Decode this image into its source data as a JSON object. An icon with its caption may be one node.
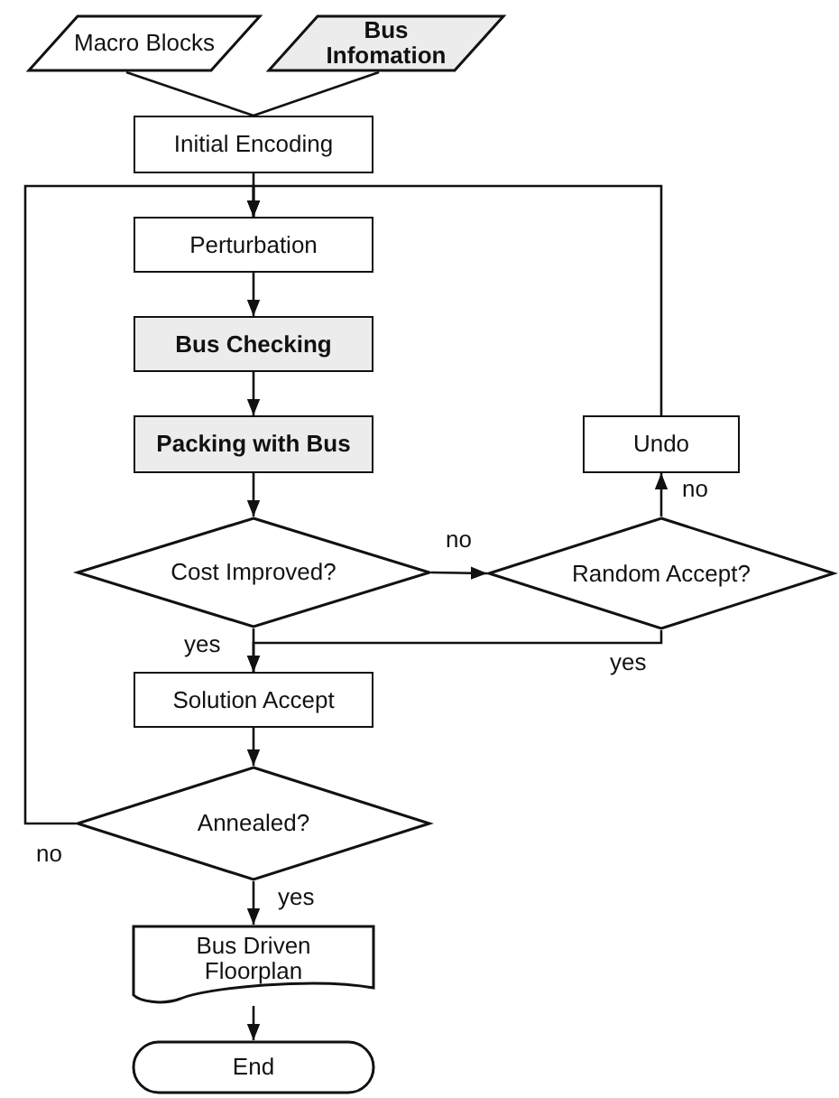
{
  "diagram": {
    "nodes": [
      {
        "text": [
          "Macro Blocks"
        ]
      },
      {
        "text": [
          "Bus Infomation"
        ]
      },
      {
        "text": [
          "Initial Encoding"
        ]
      },
      {
        "text": [
          "Perturbation"
        ]
      },
      {
        "text": [
          "Bus Checking"
        ]
      },
      {
        "text": [
          "Packing with Bus"
        ]
      },
      {
        "text": [
          "Cost Improved?"
        ]
      },
      {
        "text": [
          "Random Accept?"
        ]
      },
      {
        "text": [
          "Undo"
        ]
      },
      {
        "text": [
          "Solution Accept"
        ]
      },
      {
        "text": [
          "Annealed?"
        ]
      },
      {
        "text": [
          "Bus Driven Floorplan"
        ]
      },
      {
        "text": [
          "End"
        ]
      }
    ],
    "edges": [
      {
        "from": 0,
        "to": 2,
        "arrow": "none"
      },
      {
        "from": 1,
        "to": 2,
        "arrow": "none"
      },
      {
        "from": 2,
        "to": 3,
        "arrow": "to"
      },
      {
        "from": 3,
        "to": 4,
        "arrow": "to"
      },
      {
        "from": 4,
        "to": 5,
        "arrow": "to"
      },
      {
        "from": 5,
        "to": 6,
        "arrow": "to"
      },
      {
        "from": 6,
        "to": 7,
        "arrow": "to",
        "label": "no"
      },
      {
        "from": 7,
        "to": 8,
        "arrow": "to",
        "label": "no"
      },
      {
        "from": 8,
        "to": 3,
        "arrow": "to"
      },
      {
        "from": 7,
        "to": 9,
        "arrow": "to",
        "label": "yes"
      },
      {
        "from": 6,
        "to": 9,
        "arrow": "to",
        "label": "yes"
      },
      {
        "from": 9,
        "to": 10,
        "arrow": "to"
      },
      {
        "from": 10,
        "to": 3,
        "arrow": "to",
        "label": "no"
      },
      {
        "from": 10,
        "to": 11,
        "arrow": "to",
        "label": "yes"
      },
      {
        "from": 11,
        "to": 12,
        "arrow": "to"
      }
    ]
  }
}
